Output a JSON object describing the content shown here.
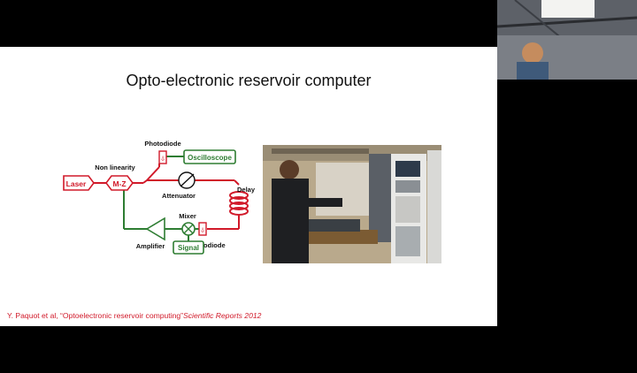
{
  "slide": {
    "title": "Opto-electronic reservoir computer",
    "diagram": {
      "laser": "Laser",
      "mz": "M-Z",
      "nonlinearity": "Non linearity",
      "photodiode_top": "Photodiode",
      "oscilloscope": "Oscilloscope",
      "attenuator": "Attenuator",
      "delay": "Delay",
      "mixer": "Mixer",
      "amplifier": "Amplifier",
      "photodiode_bottom": "Photodiode",
      "signal": "Signal"
    },
    "citation": {
      "prefix": "Y. Paquot et al, “Optoelectronic reservoir computing”",
      "journal": "Scientific Reports 2012"
    }
  },
  "colors": {
    "optical": "#d11a2a",
    "electrical": "#2e7d32",
    "background": "#000000",
    "slide": "#ffffff"
  }
}
